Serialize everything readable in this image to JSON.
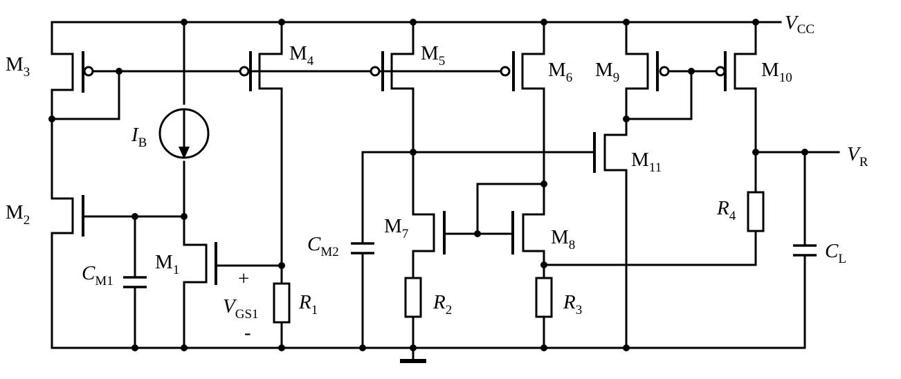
{
  "labels": {
    "vcc": {
      "main": "V",
      "sub": "CC"
    },
    "vr": {
      "main": "V",
      "sub": "R"
    },
    "ib": {
      "main": "I",
      "sub": "B"
    },
    "vgs1": {
      "main": "V",
      "sub": "GS1"
    },
    "plus": "+",
    "minus": "-",
    "m1": {
      "main": "M",
      "sub": "1"
    },
    "m2": {
      "main": "M",
      "sub": "2"
    },
    "m3": {
      "main": "M",
      "sub": "3"
    },
    "m4": {
      "main": "M",
      "sub": "4"
    },
    "m5": {
      "main": "M",
      "sub": "5"
    },
    "m6": {
      "main": "M",
      "sub": "6"
    },
    "m7": {
      "main": "M",
      "sub": "7"
    },
    "m8": {
      "main": "M",
      "sub": "8"
    },
    "m9": {
      "main": "M",
      "sub": "9"
    },
    "m10": {
      "main": "M",
      "sub": "10"
    },
    "m11": {
      "main": "M",
      "sub": "11"
    },
    "r1": {
      "main": "R",
      "sub": "1"
    },
    "r2": {
      "main": "R",
      "sub": "2"
    },
    "r3": {
      "main": "R",
      "sub": "3"
    },
    "r4": {
      "main": "R",
      "sub": "4"
    },
    "cm1": {
      "main": "C",
      "sub": "M1"
    },
    "cm2": {
      "main": "C",
      "sub": "M2"
    },
    "cl": {
      "main": "C",
      "sub": "L"
    }
  }
}
